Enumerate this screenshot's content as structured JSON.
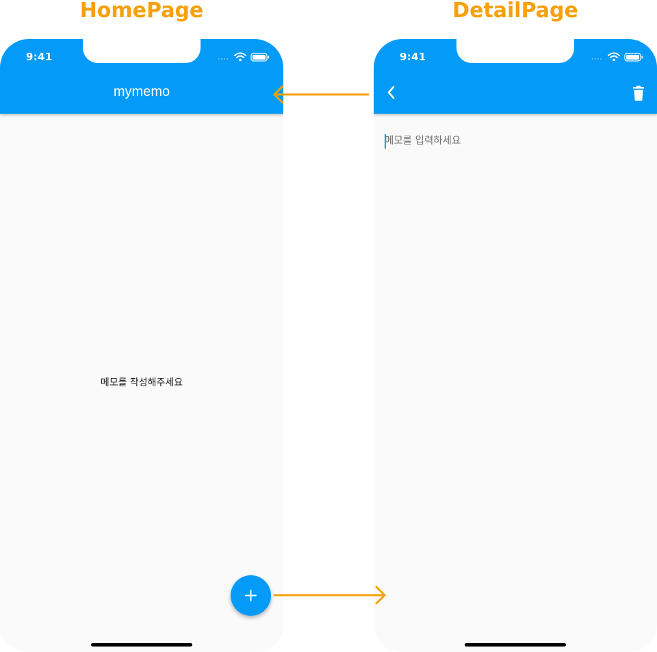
{
  "labels": {
    "home": "HomePage",
    "detail": "DetailPage"
  },
  "colors": {
    "accent": "#039BF7",
    "label": "#F6A10B",
    "background": "#FAFAFA",
    "arrow": "#F6A10B"
  },
  "home": {
    "status_time": "9:41",
    "title": "mymemo",
    "empty_text": "메모를 작성해주세요",
    "fab_icon": "plus-icon"
  },
  "detail": {
    "status_time": "9:41",
    "back_icon": "chevron-left-icon",
    "delete_icon": "trash-icon",
    "input_placeholder": "메모를 입력하세요",
    "input_value": ""
  }
}
